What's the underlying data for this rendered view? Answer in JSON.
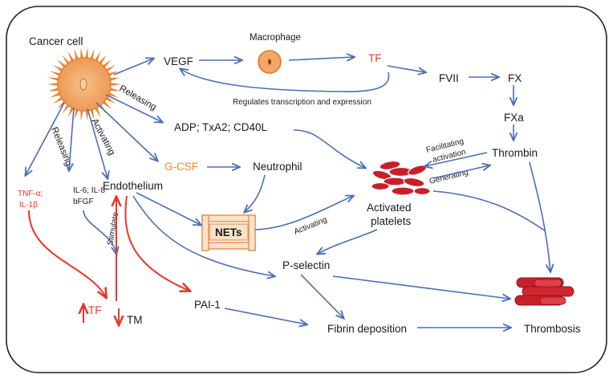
{
  "colors": {
    "blue_arrow": "#4a6fb5",
    "red_arrow": "#e8372b",
    "orange_text": "#e88a2b",
    "cell_fill": "#f3a667",
    "platelet_red": "#c8202a"
  },
  "nodes": {
    "cancer_cell": "Cancer cell",
    "macrophage": "Macrophage",
    "vegf": "VEGF",
    "tf_top": "TF",
    "fvii": "FVII",
    "fx": "FX",
    "fxa": "FXa",
    "thrombin": "Thrombin",
    "adp": "ADP; TxA2; CD40L",
    "gcsf": "G-CSF",
    "neutrophil": "Neutrophil",
    "endothelium": "Endothelium",
    "tnf_line1": "TNF-α;",
    "tnf_line2": "IL-1β",
    "il6_line1": "IL-6; IL-8",
    "il6_line2": "bFGF",
    "nets": "NETs",
    "activated_platelets_line1": "Activated",
    "activated_platelets_line2": "platelets",
    "pselectin": "P-selectin",
    "pai1": "PAI-1",
    "tf_bottom": "TF",
    "tm": "TM",
    "fibrin": "Fibrin deposition",
    "thrombosis": "Thrombosis"
  },
  "edge_labels": {
    "regulates": "Regulates transcription and expression",
    "releasing_top": "Releasing",
    "releasing_left": "Releasing",
    "activating_left": "Activating",
    "stimulate": "Stimulate",
    "facilitating_line1": "Facilitating",
    "facilitating_line2": "activation",
    "generating": "Generating",
    "activating_nets": "Activating"
  }
}
